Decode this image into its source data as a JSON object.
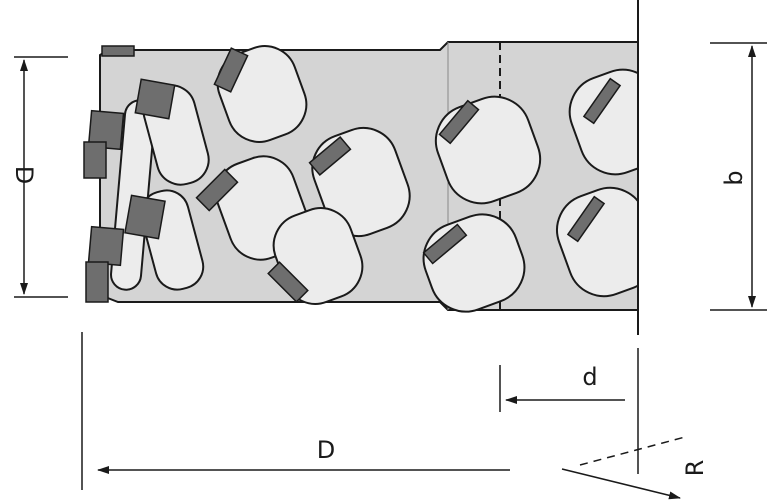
{
  "labels": {
    "cutting_diameter_side": "D",
    "cutting_height": "b",
    "bore_diameter": "d",
    "overall_diameter": "D",
    "rotation": "R"
  },
  "colors": {
    "body": "#d4d4d4",
    "flute": "#ececec",
    "knife": "#6e6e6e",
    "line": "#1a1a1a"
  }
}
